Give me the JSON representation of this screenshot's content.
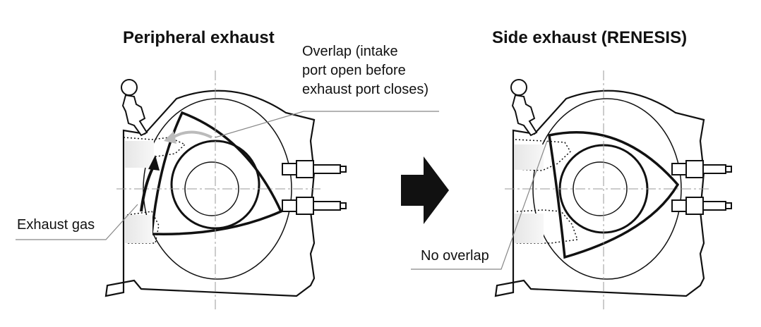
{
  "titles": {
    "left": "Peripheral exhaust",
    "right": "Side exhaust (RENESIS)"
  },
  "labels": {
    "overlap": [
      "Overlap (intake",
      "port open before",
      "exhaust port closes)"
    ],
    "exhaust_gas": "Exhaust gas",
    "no_overlap": "No overlap"
  },
  "colors": {
    "line": "#111111",
    "leader": "#888888",
    "shade": "#d9d9d9",
    "arrow": "#111111"
  }
}
